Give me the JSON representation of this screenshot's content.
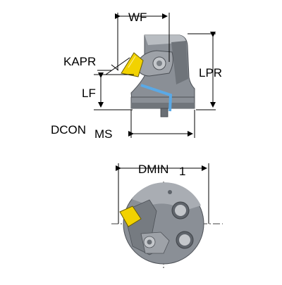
{
  "labels": {
    "wf": "WF",
    "kapr": "KAPR",
    "lpr": "LPR",
    "lf": "LF",
    "dcon": "DCON",
    "dcon_sub": "MS",
    "dmin": "DMIN",
    "dmin_sub": "1"
  },
  "colors": {
    "body": "#8a8f96",
    "body_light": "#a9adb3",
    "body_dark": "#5f646b",
    "insert": "#f2d200",
    "coolant": "#5aa9e6",
    "dim_line": "#000000"
  }
}
